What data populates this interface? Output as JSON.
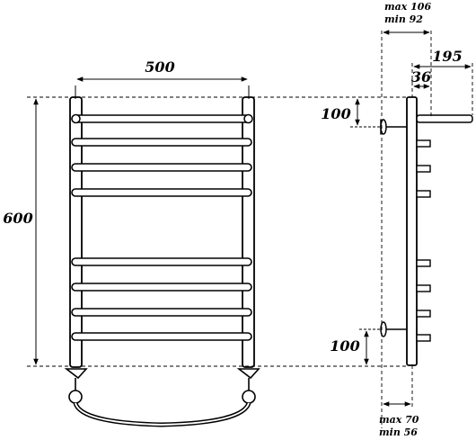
{
  "dimensions": {
    "width": "500",
    "height": "600",
    "offset_top": "100",
    "offset_bottom": "100",
    "depth_total": "195",
    "depth_front": "36"
  },
  "wall_mount_top": {
    "max_label": "max 106",
    "min_label": "min 92"
  },
  "wall_mount_bottom": {
    "max_label": "max 70",
    "min_label": "min 56"
  }
}
